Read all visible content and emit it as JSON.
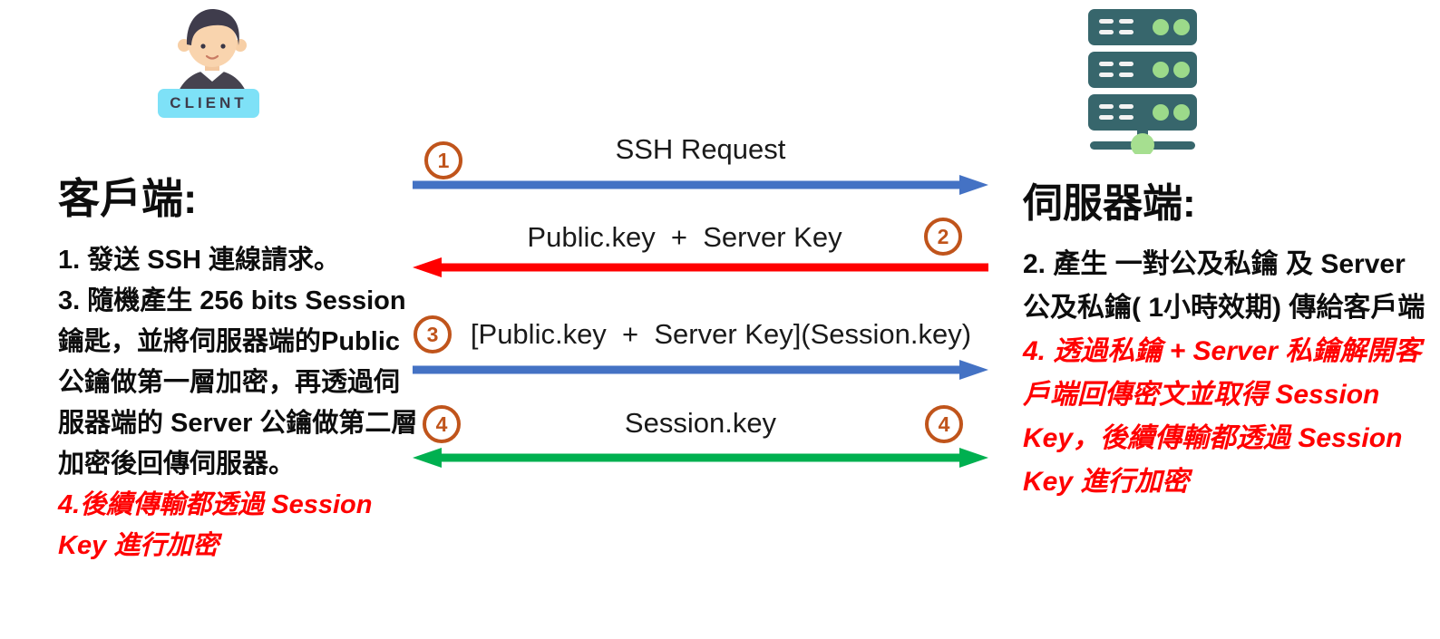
{
  "colors": {
    "arrow_blue": "#4472C4",
    "arrow_red": "#FF0000",
    "arrow_green": "#00B050",
    "step_badge_orange": "#C0541B",
    "red_note_text": "#FF0000",
    "client_badge_bg": "#7EE1F7",
    "server_body_teal": "#37666C",
    "server_light_green": "#9CDA8A"
  },
  "client": {
    "badge_label": "CLIENT",
    "panel_title": "客戶端:",
    "step1": "1. 發送 SSH 連線請求。",
    "step3": "3. 隨機產生 256 bits Session 鑰匙，並將伺服器端的Public 公鑰做第一層加密，再透過伺服器端的 Server 公鑰做第二層加密後回傳伺服器。",
    "step4_red": "4.後續傳輸都透過 Session Key 進行加密"
  },
  "server": {
    "panel_title": "伺服器端:",
    "step2": "2. 產生 一對公及私鑰 及 Server 公及私鑰( 1小時效期) 傳給客戶端",
    "step4_red": "4. 透過私鑰 + Server 私鑰解開客戶端回傳密文並取得 Session Key，後續傳輸都透過 Session Key 進行加密"
  },
  "messages": [
    {
      "number": "1",
      "label": "SSH Request",
      "direction": "client-to-server",
      "arrow_color": "#4472C4"
    },
    {
      "number": "2",
      "label": "Public.key  +  Server Key",
      "direction": "server-to-client",
      "arrow_color": "#FF0000"
    },
    {
      "number": "3",
      "label": "[Public.key  +  Server Key](Session.key)",
      "direction": "client-to-server",
      "arrow_color": "#4472C4"
    },
    {
      "number": "4",
      "label": "Session.key",
      "direction": "bidirectional",
      "arrow_color": "#00B050"
    }
  ]
}
